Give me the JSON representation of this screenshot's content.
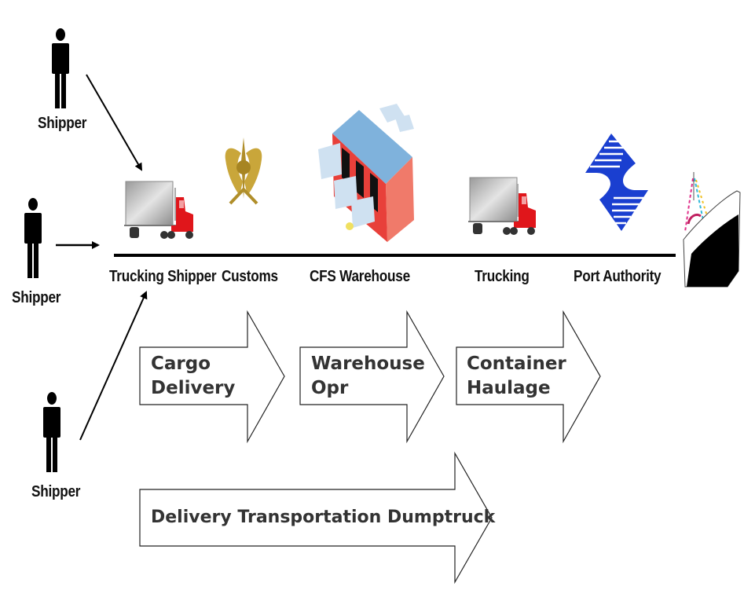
{
  "diagram": {
    "title": "Shipper to port logistics flow",
    "actors": [
      {
        "label": "Shipper",
        "icon": "person-icon"
      },
      {
        "label": "Shipper",
        "icon": "person-icon"
      },
      {
        "label": "Shipper",
        "icon": "person-icon"
      }
    ],
    "stations": [
      {
        "label": "Trucking Shipper",
        "icon": "truck-icon"
      },
      {
        "label": "Customs",
        "icon": "customs-emblem-icon"
      },
      {
        "label": "CFS Warehouse",
        "icon": "warehouse-icon"
      },
      {
        "label": "Trucking",
        "icon": "truck-icon"
      },
      {
        "label": "Port Authority",
        "icon": "port-authority-logo-icon"
      },
      {
        "label": "",
        "icon": "ship-icon"
      }
    ],
    "process_arrows": [
      {
        "line1": "Cargo",
        "line2": "Delivery"
      },
      {
        "line1": "Warehouse",
        "line2": "Opr"
      },
      {
        "line1": "Container",
        "line2": "Haulage"
      },
      {
        "line1": "Delivery Transportation Dumptruck",
        "line2": ""
      }
    ],
    "colors": {
      "truck_cab": "#e0161b",
      "trailer": "#b8b8b8",
      "warehouse_roof": "#7fb2dc",
      "warehouse_wall": "#f07a6a",
      "port_logo": "#1a3fd0",
      "customs_emblem": "#c9a63a",
      "line": "#000000",
      "arrow_text": "#333333"
    }
  }
}
